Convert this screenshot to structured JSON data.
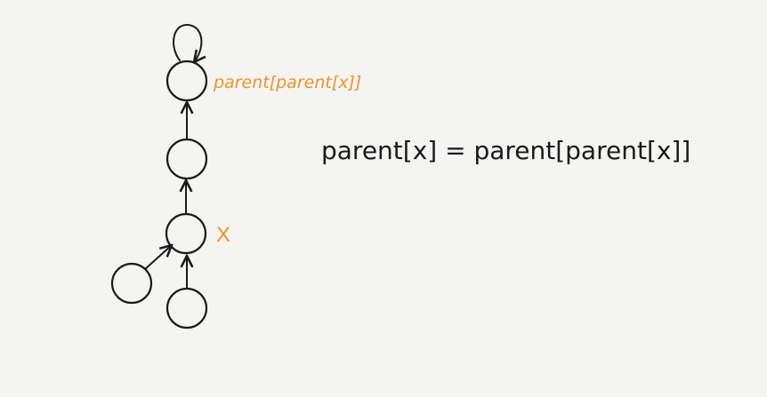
{
  "colors": {
    "annotation": "#f0922a",
    "ink": "#1a1a1a",
    "background": "#f4f4f2"
  },
  "labels": {
    "root_annotation": "parent[parent[x]]",
    "x_annotation": "X"
  },
  "formula": "parent[x] = parent[parent[x]]"
}
